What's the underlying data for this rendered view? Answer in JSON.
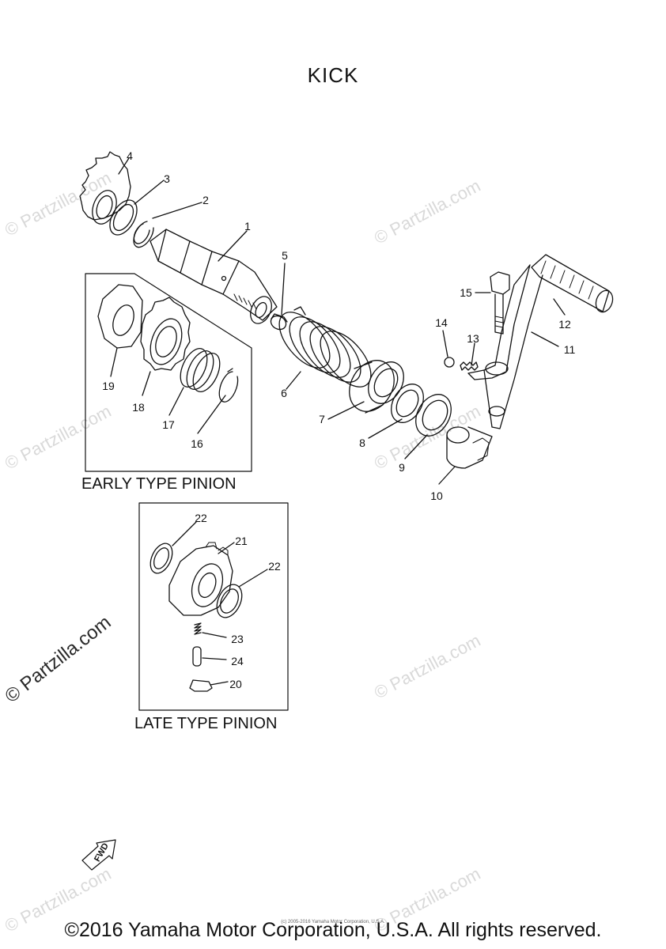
{
  "title": "KICK",
  "box_labels": {
    "early": "EARLY TYPE PINION",
    "late": "LATE TYPE PINION"
  },
  "callouts": [
    "1",
    "2",
    "3",
    "4",
    "5",
    "6",
    "7",
    "8",
    "9",
    "10",
    "11",
    "12",
    "13",
    "14",
    "15",
    "16",
    "17",
    "18",
    "19",
    "20",
    "21",
    "22",
    "22",
    "23",
    "24"
  ],
  "fwd_label": "FWD",
  "watermark": "© Partzilla.com",
  "fine_print": "(c) 2005-2016 Yamaha Motor Corporation, U.S.A.",
  "footer": "©2016 Yamaha Motor Corporation, U.S.A. All rights reserved.",
  "colors": {
    "line": "#111111",
    "watermark": "#d9d9d9"
  }
}
